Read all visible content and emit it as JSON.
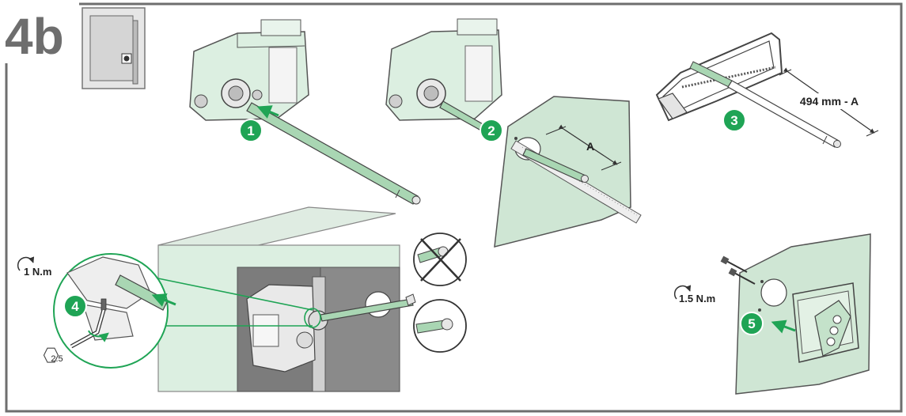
{
  "page": {
    "step_label": "4b"
  },
  "steps": [
    {
      "number": "1"
    },
    {
      "number": "2"
    },
    {
      "number": "3"
    },
    {
      "number": "4"
    },
    {
      "number": "5"
    }
  ],
  "measurements": {
    "dimension_a": "A",
    "cut_length": "494 mm - A"
  },
  "torque": {
    "step4": "1 N.m",
    "step5": "1.5 N.m"
  },
  "tool": {
    "hex_key_size": "2.5"
  },
  "colors": {
    "accent_green": "#1fa455",
    "panel_green": "#cfe6d4",
    "shaft_green": "#a9d6b3",
    "frame_gray": "#6e6e6e",
    "line_dark": "#333333"
  }
}
